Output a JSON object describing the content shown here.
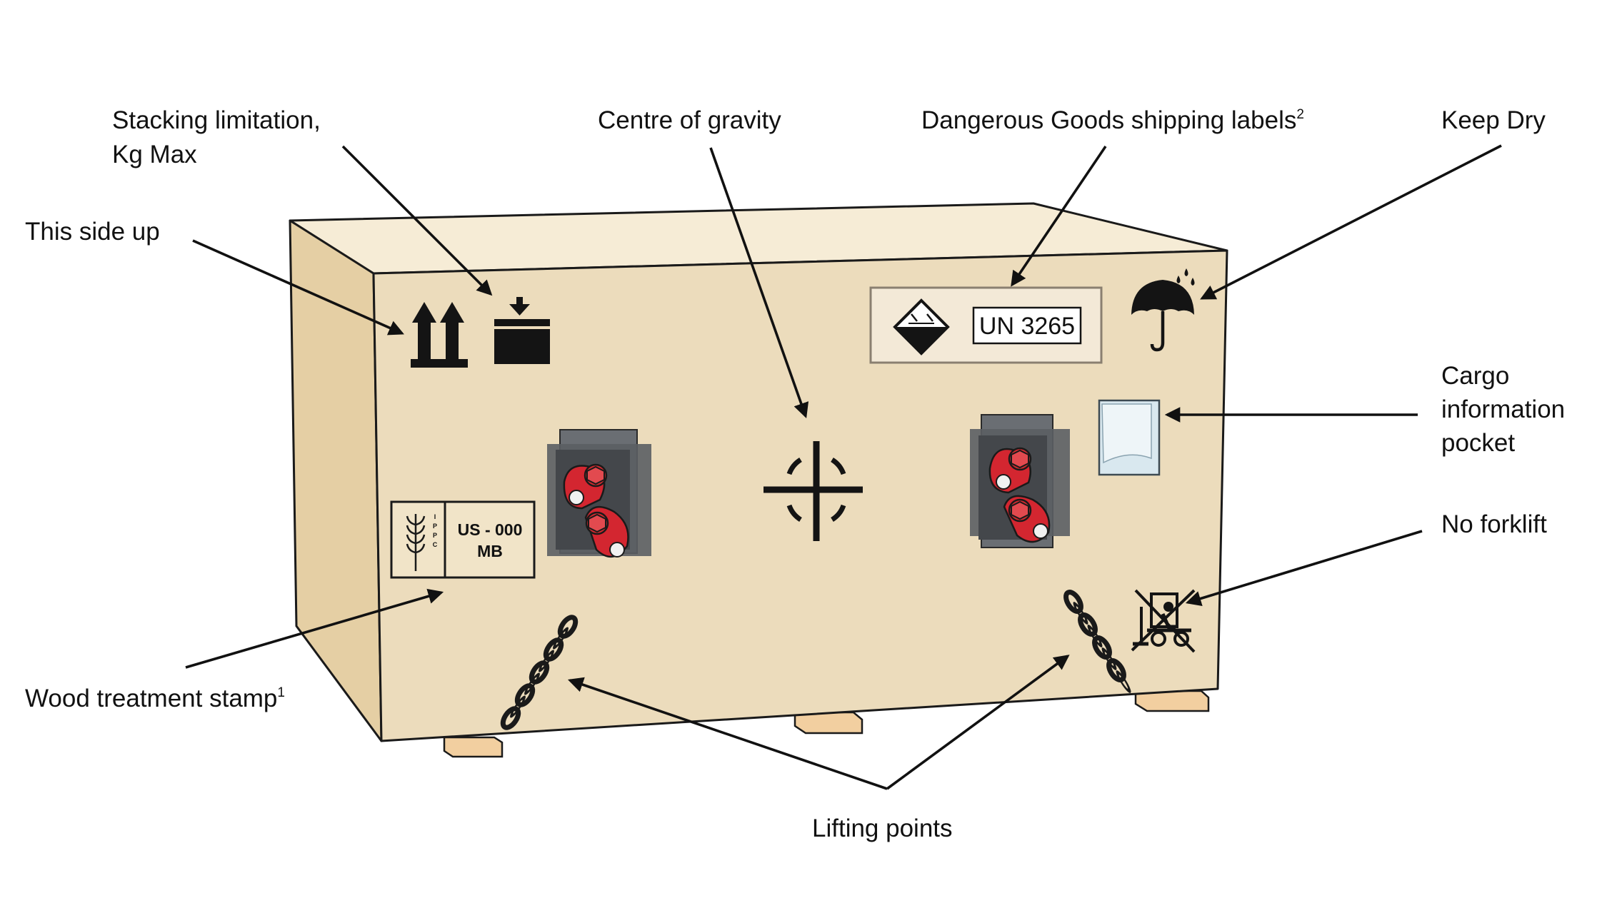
{
  "labels": {
    "stacking_limitation_line1": "Stacking limitation,",
    "stacking_limitation_line2": "Kg Max",
    "centre_of_gravity": "Centre of gravity",
    "dangerous_goods": "Dangerous Goods shipping labels",
    "dangerous_goods_footnote": "2",
    "keep_dry": "Keep Dry",
    "this_side_up": "This side up",
    "cargo_pocket_line1": "Cargo",
    "cargo_pocket_line2": "information",
    "cargo_pocket_line3": "pocket",
    "no_forklift": "No forklift",
    "wood_treatment_stamp": "Wood treatment stamp",
    "wood_treatment_footnote": "1",
    "lifting_points": "Lifting points"
  },
  "crate": {
    "un_number": "UN 3265",
    "stamp_line1": "US - 000",
    "stamp_line2": "MB",
    "ippc_letters": [
      "I",
      "P",
      "P",
      "C"
    ]
  },
  "icons": [
    "this-side-up-icon",
    "stacking-limitation-icon",
    "centre-of-gravity-icon",
    "corrosive-hazard-icon",
    "keep-dry-umbrella-icon",
    "cargo-pocket-icon",
    "no-forklift-icon",
    "lifting-chain-icon",
    "lifting-lug-icon",
    "ippc-wheat-icon"
  ],
  "colors": {
    "crate_front": "#ecdcbc",
    "crate_top": "#f6ecd6",
    "crate_side": "#e5cfa4",
    "skid": "#f2cfa0",
    "lug_plate": "#5b5e63",
    "lug": "#d32630",
    "pocket": "#d9e8ef",
    "text": "#111111"
  }
}
